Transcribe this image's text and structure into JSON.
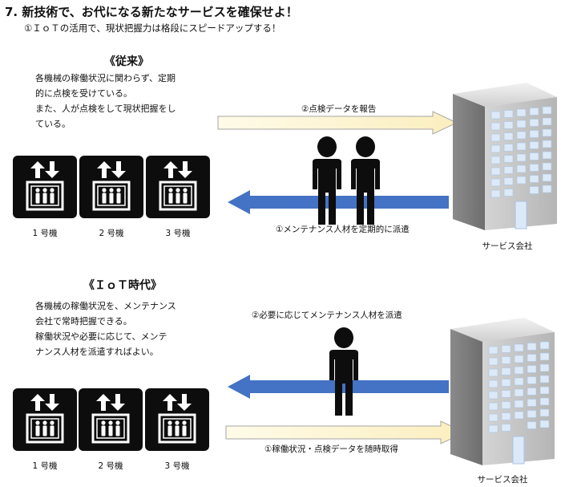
{
  "header": {
    "title": "7. 新技術で、お代になる新たなサービスを確保せよ！",
    "subtitle": "①ＩｏＴの活用で、現状把握力は格段にスピードアップする！"
  },
  "sections": [
    {
      "heading": "《従来》",
      "desc_lines": [
        "各機械の稼働状況に関わらず、定期",
        "的に点検を受けている。",
        "また、人が点検をして現状把握をし",
        "ている。"
      ],
      "arrow_right_label": "②点検データを報告",
      "arrow_left_label": "①メンテナンス人材を定期的に派遣",
      "elevators": [
        "1 号機",
        "2 号機",
        "3 号機"
      ],
      "building_label": "サービス会社",
      "people_count": 2
    },
    {
      "heading": "《ＩｏＴ時代》",
      "desc_lines": [
        "各機械の稼働状況を、メンテナンス",
        "会社で常時把握できる。",
        "稼働状況や必要に応じて、メンテ",
        "ナンス人材を派遣すればよい。"
      ],
      "person_label": "②必要に応じてメンテナンス人材を派遣",
      "arrow_right_label": "①稼働状況・点検データを随時取得",
      "elevators": [
        "1 号機",
        "2 号機",
        "3 号機"
      ],
      "building_label": "サービス会社",
      "people_count": 1
    }
  ],
  "colors": {
    "arrow_blue": "#4472c4",
    "arrow_cream": "#fdf6d9",
    "arrow_outline": "#a6a6a6",
    "building_face": "#c8c8c8",
    "building_side": "#8c8c8c",
    "window": "#d9e8f7",
    "elevator_bg": "#0d0d0d"
  }
}
